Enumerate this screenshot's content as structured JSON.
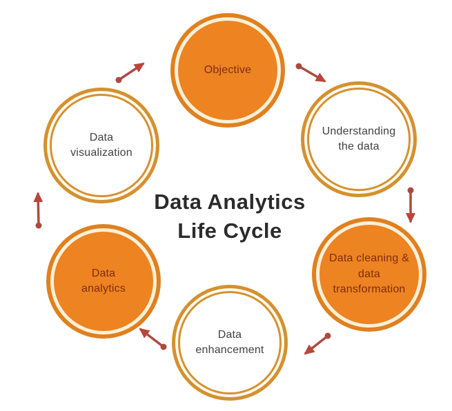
{
  "diagram": {
    "title": "Data Analytics\nLife Cycle",
    "stages": [
      {
        "id": "objective",
        "label": "Objective",
        "style": "filled-orange"
      },
      {
        "id": "understanding",
        "label": "Understanding\nthe data",
        "style": "open-white"
      },
      {
        "id": "cleaning",
        "label": "Data cleaning &\ndata\ntransformation",
        "style": "filled-orange"
      },
      {
        "id": "enhancement",
        "label": "Data\nenhancement",
        "style": "open-white"
      },
      {
        "id": "analytics",
        "label": "Data\nanalytics",
        "style": "filled-orange"
      },
      {
        "id": "visualization",
        "label": "Data\nvisualization",
        "style": "open-white"
      }
    ],
    "icons": [
      "arrow-visualization-to-objective",
      "arrow-objective-to-understanding",
      "arrow-understanding-to-cleaning",
      "arrow-cleaning-to-enhancement",
      "arrow-enhancement-to-analytics",
      "arrow-analytics-to-visualization"
    ],
    "colors": {
      "circle_fill_orange": "#EE8322",
      "outer_ring_orange": "#E0801F",
      "open_ring_amber": "#D49130",
      "cream_gap": "#F8F1DA",
      "label_on_orange": "#7E2D10",
      "label_on_white": "#404040",
      "title_text": "#2B2B2B",
      "arrow": "#AC4A41",
      "background": "#FFFFFF"
    }
  }
}
